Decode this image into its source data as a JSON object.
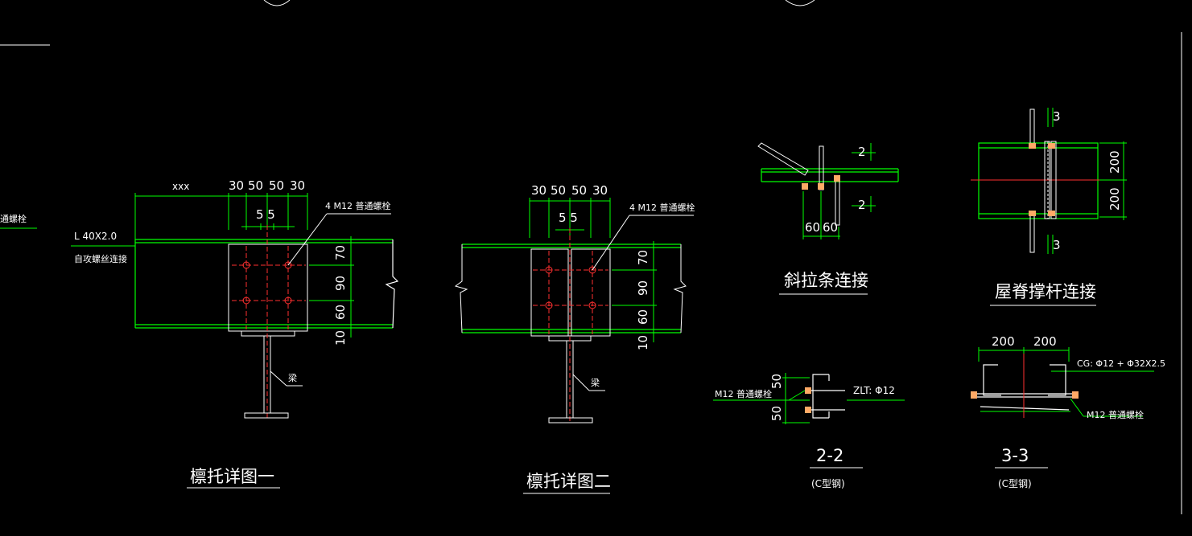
{
  "left_edge": {
    "note": "通螺栓"
  },
  "detail1": {
    "title": "檩托详图一",
    "dims_top": [
      "xxx",
      "30",
      "50",
      "50",
      "30"
    ],
    "dim_55": "5 5",
    "bolt_note": "4 M12 普通螺栓",
    "angle_note_1": "L 40X2.0",
    "angle_note_2": "自攻螺丝连接",
    "dims_right": [
      "70",
      "90",
      "60",
      "10"
    ],
    "beam_label": "梁"
  },
  "detail2": {
    "title": "檩托详图二",
    "dims_top": [
      "30",
      "50",
      "50",
      "30"
    ],
    "dim_55": "5 5",
    "bolt_note": "4 M12 普通螺栓",
    "dims_right": [
      "70",
      "90",
      "60",
      "10"
    ],
    "beam_label": "梁"
  },
  "brace": {
    "title": "斜拉条连接",
    "dim_top": "2",
    "dim_bottom": "2",
    "dims_bottom": [
      "60",
      "60"
    ]
  },
  "ridge": {
    "title": "屋脊撑杆连接",
    "dim_top": "3",
    "dim_bottom": "3",
    "dims_right": [
      "200",
      "200"
    ]
  },
  "section22": {
    "title": "2-2",
    "subtitle": "(C型钢)",
    "bolt_note": "M12 普通螺栓",
    "zlt_note": "ZLT:  Φ12",
    "dims": [
      "50",
      "50"
    ]
  },
  "section33": {
    "title": "3-3",
    "subtitle": "(C型钢)",
    "cg_note": "CG: Φ12 + Φ32X2.5",
    "bolt_note": "M12 普通螺栓",
    "dims_top": [
      "200",
      "200"
    ]
  }
}
